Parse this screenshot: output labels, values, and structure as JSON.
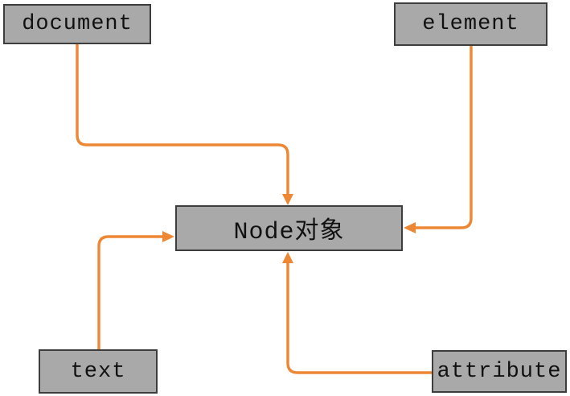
{
  "diagram": {
    "title": "DOM node types pointing to Node object",
    "colors": {
      "canvas_background": "#ffffff",
      "box_fill": "#a9a9a9",
      "box_border": "#3d3d3d",
      "arrow": "#ed8733",
      "text": "#111111"
    },
    "nodes": {
      "document": {
        "label": "document"
      },
      "element": {
        "label": "element"
      },
      "node": {
        "label": "Node对象"
      },
      "text": {
        "label": "text"
      },
      "attribute": {
        "label": "attribute"
      }
    },
    "connections": [
      {
        "from": "document",
        "to": "node",
        "enters_at": "top"
      },
      {
        "from": "element",
        "to": "node",
        "enters_at": "right"
      },
      {
        "from": "text",
        "to": "node",
        "enters_at": "left"
      },
      {
        "from": "attribute",
        "to": "node",
        "enters_at": "bottom"
      }
    ]
  }
}
